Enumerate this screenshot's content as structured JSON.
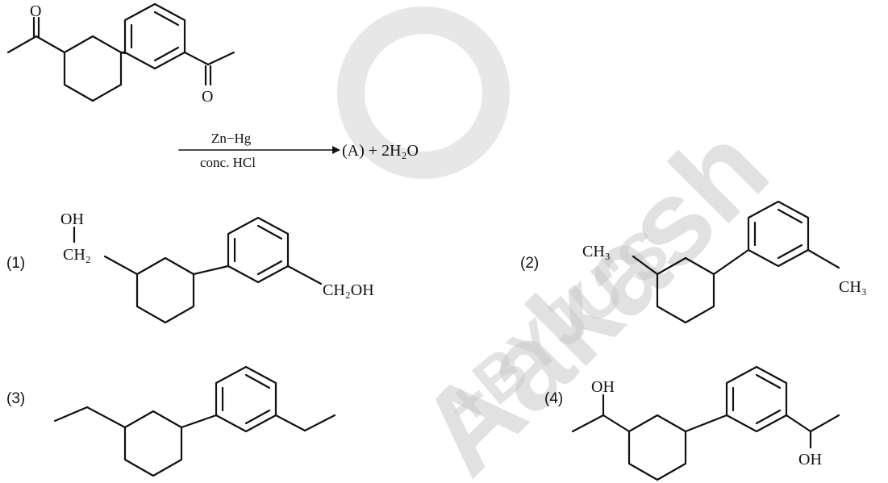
{
  "watermark": {
    "brand": "Aakash",
    "sub": "+BYJU'S"
  },
  "reaction": {
    "reagent_top": "Zn−Hg",
    "reagent_bottom": "conc. HCl",
    "product": "(A) + 2H₂O",
    "reactant_carbonyl_o": "O"
  },
  "options": [
    {
      "label": "(1)",
      "groups": [
        "OH",
        "CH₂",
        "CH₂OH"
      ]
    },
    {
      "label": "(2)",
      "groups": [
        "CH₃",
        "CH₃"
      ]
    },
    {
      "label": "(3)",
      "groups": []
    },
    {
      "label": "(4)",
      "groups": [
        "OH",
        "OH"
      ]
    }
  ]
}
